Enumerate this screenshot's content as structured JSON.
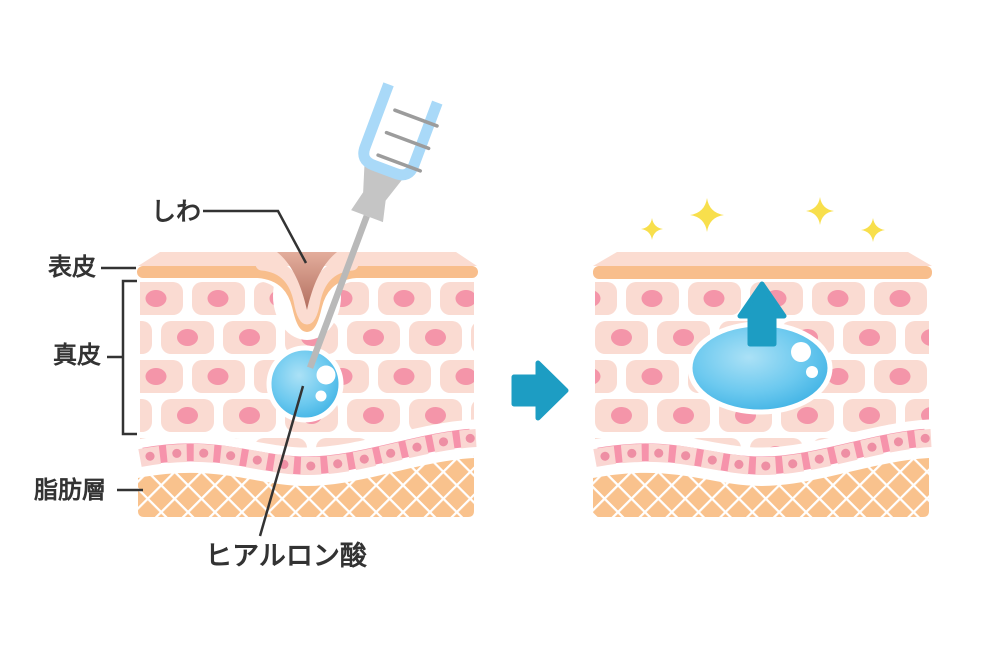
{
  "labels": {
    "wrinkle": "しわ",
    "epidermis": "表皮",
    "dermis": "真皮",
    "fat_layer": "脂肪層",
    "hyaluronic_acid": "ヒアルロン酸"
  },
  "icons": {
    "syringe": "💉",
    "arrow_right": "▶",
    "arrow_up": "⬆",
    "sparkle": "✦"
  },
  "colors": {
    "skin_cell": "#fadbd2",
    "cell_nucleus": "#f495a9",
    "epidermis_surface": "#fbdcd1",
    "epidermis_band": "#f8be8c",
    "wrinkle_shadow": "#b4705f",
    "membrane_band": "#f693ab",
    "membrane_cell": "#fad6d2",
    "membrane_dot": "#ee8fa4",
    "fat_layer": "#f9c28d",
    "hyaluronic_blob": "#44b5e7",
    "arrow": "#1d9dc3",
    "sparkle": "#f8df4c",
    "syringe_barrel": "#a9d9f8",
    "label_text": "#333333"
  }
}
